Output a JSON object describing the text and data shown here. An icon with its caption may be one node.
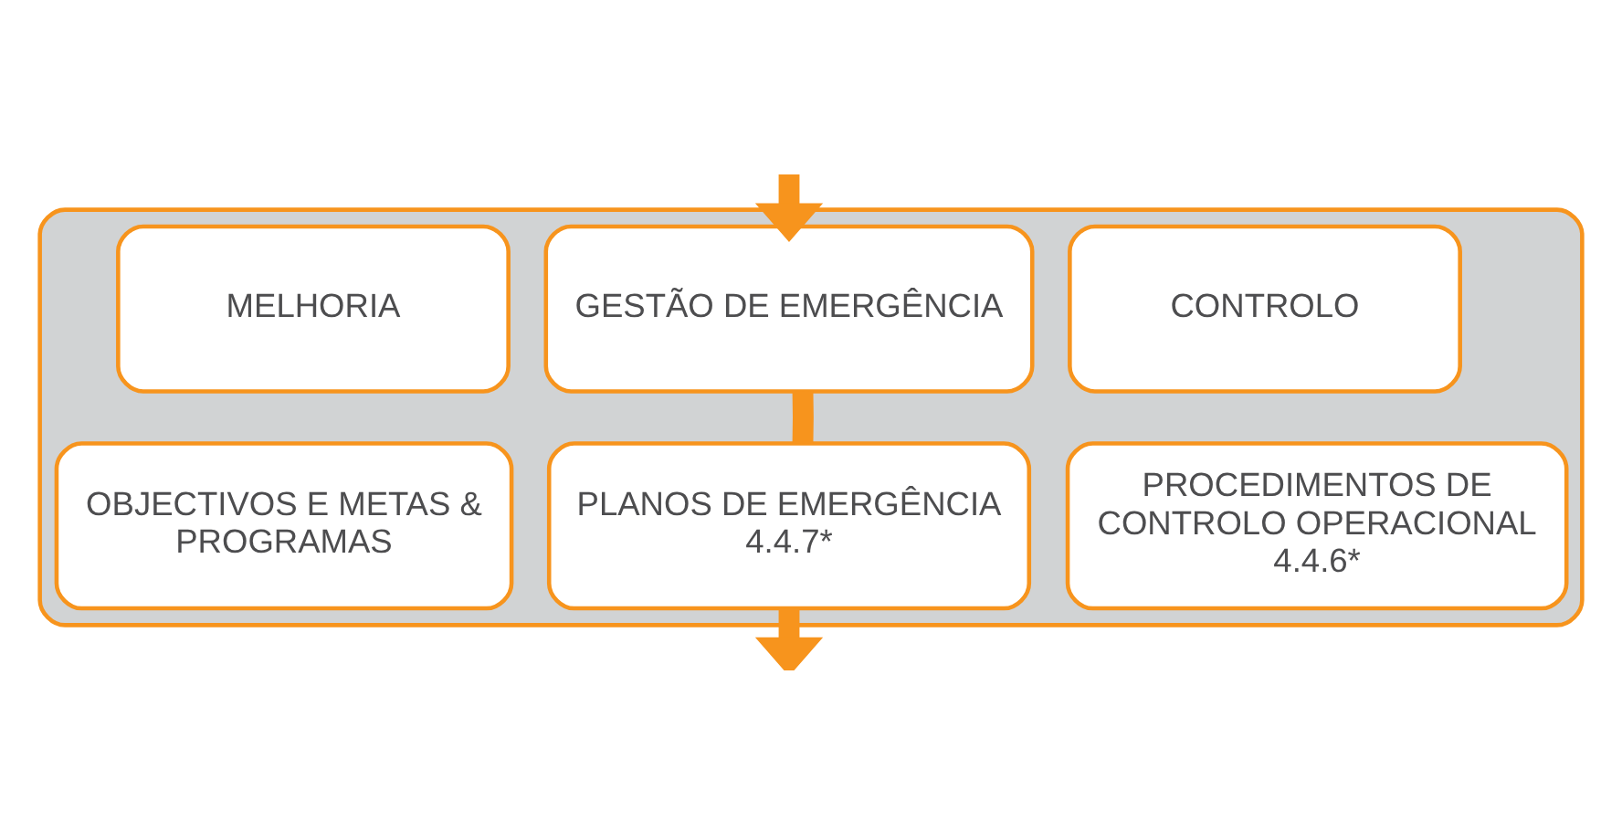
{
  "diagram": {
    "nodes": [
      {
        "text": [],
        "shape": "box"
      },
      {
        "text": [
          "MELHORIA"
        ],
        "in": 0
      },
      {
        "text": [
          "GESTÃO DE EMERGÊNCIA"
        ],
        "in": 0
      },
      {
        "text": [
          "CONTROLO"
        ],
        "in": 0
      },
      {
        "text": [
          "OBJECTIVOS E METAS & PROGRAMAS"
        ],
        "in": 0
      },
      {
        "text": [
          "PLANOS DE EMERGÊNCIA",
          "4.4.7*"
        ],
        "in": 0
      },
      {
        "text": [
          "PROCEDIMENTOS DE CONTROLO OPERACIONAL",
          "4.4.6*"
        ],
        "in": 0
      }
    ],
    "edges": [
      {
        "from": null,
        "to": 2,
        "arrow": "to"
      },
      {
        "from": 2,
        "to": 5,
        "arrow": "none"
      },
      {
        "from": 5,
        "to": null,
        "arrow": "to"
      }
    ]
  }
}
